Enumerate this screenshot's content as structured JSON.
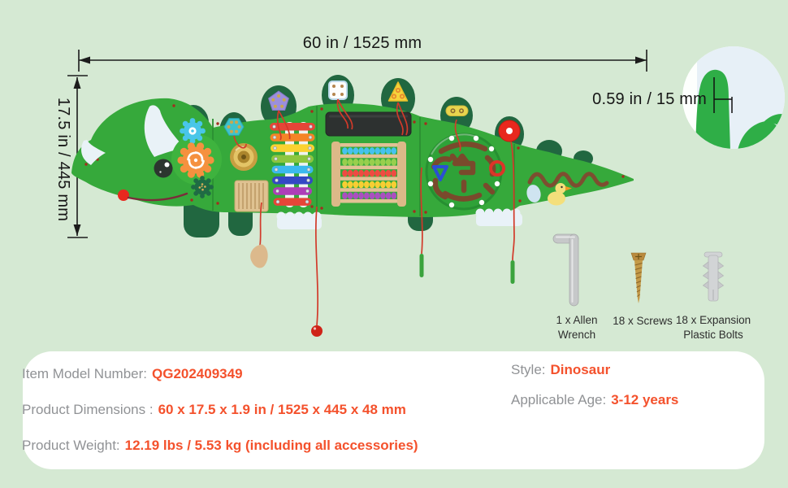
{
  "annotations": {
    "width": "60 in / 1525 mm",
    "height": "17.5 in / 445 mm",
    "thickness": "0.59 in / 15 mm"
  },
  "accessories": [
    {
      "name": "allen-wrench",
      "line1": "1 x Allen",
      "line2": "Wrench"
    },
    {
      "name": "screws",
      "line1": "18 x Screws",
      "line2": ""
    },
    {
      "name": "expansion-plastic-bolts",
      "line1": "18 x Expansion",
      "line2": "Plastic Bolts"
    }
  ],
  "specs": {
    "left": [
      {
        "label": "Item Model Number:",
        "value": "QG202409349"
      },
      {
        "label": "Product Dimensions :",
        "value": "60 x 17.5 x 1.9 in / 1525 x 445 x 48 mm"
      },
      {
        "label": "Product Weight:",
        "value": "12.19 lbs / 5.53 kg (including all accessories)"
      }
    ],
    "right": [
      {
        "label": "Style:",
        "value": "Dinosaur"
      },
      {
        "label": "Applicable Age:",
        "value": "3-12 years"
      }
    ]
  },
  "colors": {
    "background": "#d5e9d3",
    "card": "#ffffff",
    "accent_orange": "#f4512c",
    "label_gray": "#909295",
    "board_green": "#36a93b",
    "spike_dark_green": "#216740",
    "annotation_black": "#1c1c1c"
  }
}
